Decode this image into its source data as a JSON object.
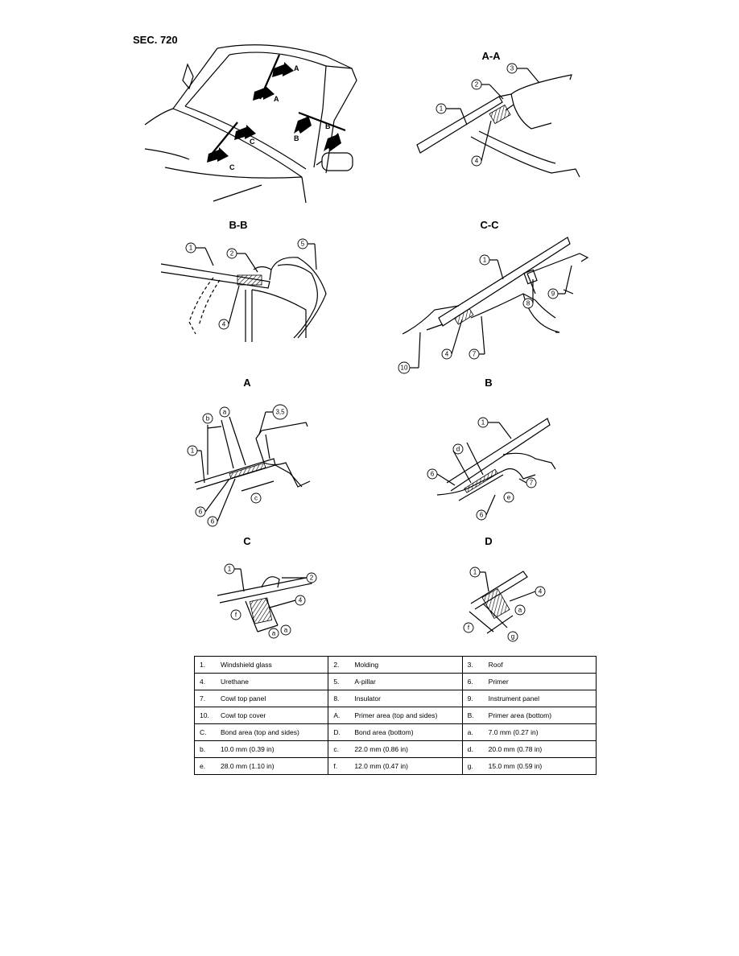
{
  "section": "SEC. 720",
  "views": {
    "aa": "A-A",
    "bb": "B-B",
    "cc": "C-C",
    "a": "A",
    "b": "B",
    "c": "C",
    "d": "D"
  },
  "overview_arrows": {
    "a": "A",
    "b": "B",
    "c": "C"
  },
  "callouts": [
    "1",
    "2",
    "3",
    "4",
    "5",
    "6",
    "7",
    "8",
    "9",
    "10",
    "3,5",
    "a",
    "b",
    "c",
    "d",
    "e",
    "f",
    "g"
  ],
  "legend": [
    [
      {
        "key": "1.",
        "text": "Windshield glass"
      },
      {
        "key": "2.",
        "text": "Molding"
      },
      {
        "key": "3.",
        "text": "Roof"
      }
    ],
    [
      {
        "key": "4.",
        "text": "Urethane"
      },
      {
        "key": "5.",
        "text": "A-pillar"
      },
      {
        "key": "6.",
        "text": "Primer"
      }
    ],
    [
      {
        "key": "7.",
        "text": "Cowl top panel"
      },
      {
        "key": "8.",
        "text": "Insulator"
      },
      {
        "key": "9.",
        "text": "Instrument panel"
      }
    ],
    [
      {
        "key": "10.",
        "text": "Cowl top cover"
      },
      {
        "key": "A.",
        "text": "Primer area (top and sides)"
      },
      {
        "key": "B.",
        "text": "Primer area (bottom)"
      }
    ],
    [
      {
        "key": "C.",
        "text": "Bond area (top and sides)"
      },
      {
        "key": "D.",
        "text": "Bond area (bottom)"
      },
      {
        "key": "a.",
        "text": "7.0 mm (0.27 in)"
      }
    ],
    [
      {
        "key": "b.",
        "text": "10.0 mm (0.39 in)"
      },
      {
        "key": "c.",
        "text": "22.0 mm (0.86 in)"
      },
      {
        "key": "d.",
        "text": "20.0 mm (0.78 in)"
      }
    ],
    [
      {
        "key": "e.",
        "text": "28.0 mm (1.10 in)"
      },
      {
        "key": "f.",
        "text": "12.0 mm (0.47 in)"
      },
      {
        "key": "g.",
        "text": "15.0 mm (0.59 in)"
      }
    ]
  ]
}
